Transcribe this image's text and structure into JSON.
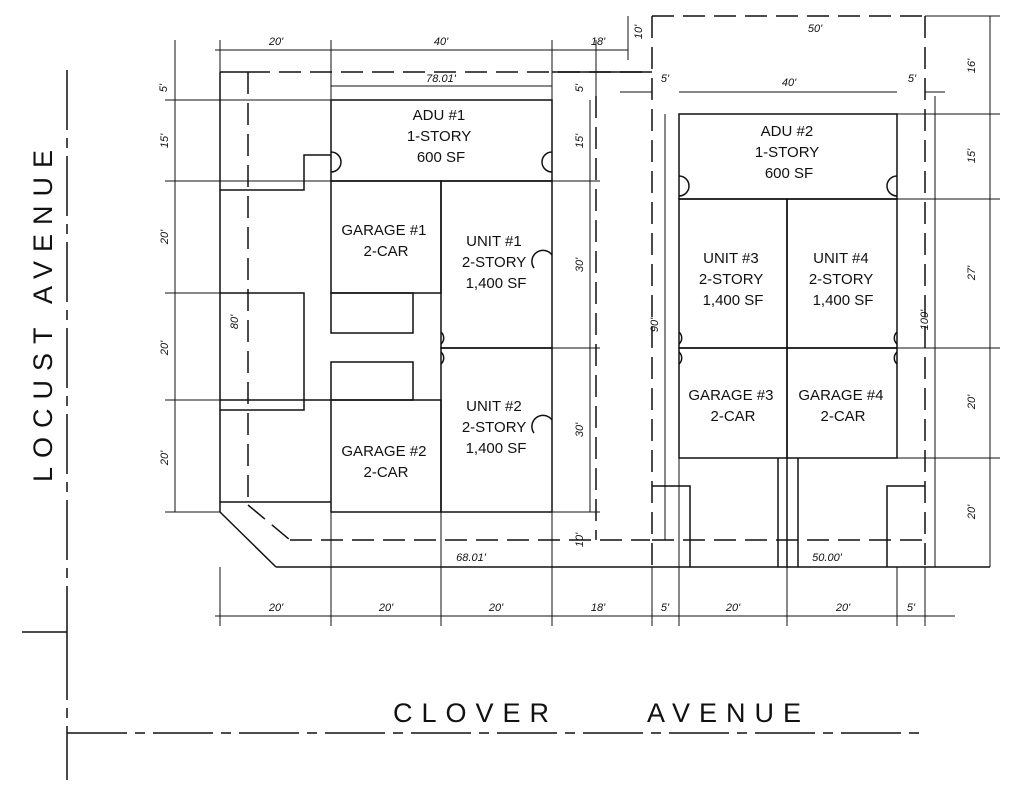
{
  "streets": {
    "left": "LOCUST AVENUE",
    "bottom_left": "CLOVER",
    "bottom_right": "AVENUE"
  },
  "rooms": {
    "adu1": [
      "ADU #1",
      "1-STORY",
      "600 SF"
    ],
    "adu2": [
      "ADU #2",
      "1-STORY",
      "600 SF"
    ],
    "garage1": [
      "GARAGE #1",
      "2-CAR"
    ],
    "garage2": [
      "GARAGE #2",
      "2-CAR"
    ],
    "garage3": [
      "GARAGE #3",
      "2-CAR"
    ],
    "garage4": [
      "GARAGE #4",
      "2-CAR"
    ],
    "unit1": [
      "UNIT #1",
      "2-STORY",
      "1,400 SF"
    ],
    "unit2": [
      "UNIT #2",
      "2-STORY",
      "1,400 SF"
    ],
    "unit3": [
      "UNIT #3",
      "2-STORY",
      "1,400 SF"
    ],
    "unit4": [
      "UNIT #4",
      "2-STORY",
      "1,400 SF"
    ]
  },
  "dims": {
    "top_20": "20'",
    "top_40": "40'",
    "top_18": "18'",
    "top_10": "10'",
    "top_50": "50'",
    "r_16": "16'",
    "lot1_width": "78.01'",
    "lot2_inner": "40'",
    "l_5": "5'",
    "m_5a": "5'",
    "m_5b": "5'",
    "m_5c": "5'",
    "l_15": "15'",
    "l_20a": "20'",
    "l_20b": "20'",
    "l_20c": "20'",
    "l_80": "80'",
    "m_15": "15'",
    "m_30a": "30'",
    "m_30b": "30'",
    "m_90": "90'",
    "r_15": "15'",
    "r_27": "27'",
    "r_100": "100'",
    "r_20a": "20'",
    "r_20b": "20'",
    "m_10": "10'",
    "lot1_bottom": "68.01'",
    "lot2_bottom": "50.00'",
    "b_20a": "20'",
    "b_20b": "20'",
    "b_20c": "20'",
    "b_18": "18'",
    "b_5a": "5'",
    "b_20d": "20'",
    "b_20e": "20'",
    "b_5b": "5'"
  }
}
